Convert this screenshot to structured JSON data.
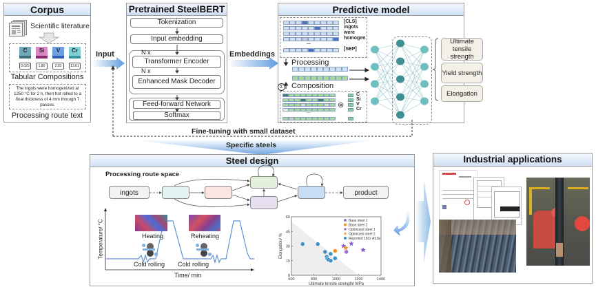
{
  "corpus": {
    "title": "Corpus",
    "source_label": "Scientific literature",
    "elements": [
      {
        "symbol": "C",
        "color": "#6fa9b8",
        "bar": "#3f6f7d"
      },
      {
        "symbol": "Si",
        "color": "#d887c2",
        "bar": "#8b2a6e"
      },
      {
        "symbol": "V",
        "color": "#6e9fe0",
        "bar": "#2f5fb5"
      },
      {
        "symbol": "Cr",
        "color": "#7fd0d4",
        "bar": "#3a9aa0"
      }
    ],
    "values": [
      "0.025",
      "1.80",
      "2.03",
      "13.01"
    ],
    "tabular_label": "Tabular Compositions",
    "route_text": "The ingots were homogenized at 1250 °C for 2 h, then hot rolled to a final thickness of 4 mm through 7 passes.",
    "route_label": "Processing route text"
  },
  "arrows": {
    "input": "Input",
    "embeddings": "Embeddings",
    "finetune": "Fine-tuning  with small dataset",
    "specific": "Specific steels"
  },
  "steelbert": {
    "title": "Pretrained SteelBERT",
    "tokenization": "Tokenization",
    "input_embedding": "Input embedding",
    "nx1": "N x",
    "encoder": "Transformer Encoder",
    "nx2": "N x",
    "decoder": "Enhanced Mask Decoder",
    "ffn": "Feed-forward Network",
    "softmax": "Softmax"
  },
  "predictive": {
    "title": "Predictive model",
    "tokens": [
      "[CLS]",
      "ingots",
      "were",
      "homogen",
      "...",
      "[SEP]"
    ],
    "processing": "Processing",
    "composition": "Composition",
    "sigma": "Σ",
    "otimes": "⊗",
    "comp_elements": [
      "C",
      "Si",
      "V",
      "Cr"
    ],
    "outputs": [
      "Ultimate tensile strength",
      "Yield strength",
      "Elongation"
    ]
  },
  "steel_design": {
    "title": "Steel design",
    "route_space_label": "Processing route space",
    "start_node": "ingots",
    "end_node": "product",
    "curve": {
      "heating": "Heating",
      "reheating": "Reheating",
      "cold1": "Cold rolling",
      "cold2": "Cold rolling",
      "ylabel": "Temperature/ °C",
      "xlabel": "Time/ min"
    }
  },
  "chart_data": {
    "type": "scatter",
    "title": "",
    "xlabel": "Ultimate tensile strength/ MPa",
    "ylabel": "Elongation/ %",
    "xlim": [
      600,
      1400
    ],
    "ylim": [
      0,
      60
    ],
    "xticks": [
      "600",
      "800",
      "1000",
      "1200",
      "1400"
    ],
    "yticks": [
      "0",
      "15",
      "30",
      "45",
      "60"
    ],
    "legend_position": "top-right",
    "series": [
      {
        "name": "Base steel 1",
        "marker": "circle",
        "color": "#9b6fd0",
        "points": [
          [
            1090,
            24
          ]
        ]
      },
      {
        "name": "Base steel 2",
        "marker": "circle",
        "color": "#f0932b",
        "points": [
          [
            990,
            25
          ]
        ]
      },
      {
        "name": "Optimized steel 1",
        "marker": "star",
        "color": "#8a5cc8",
        "points": [
          [
            1065,
            30
          ],
          [
            1135,
            32.5
          ],
          [
            1240,
            26
          ]
        ]
      },
      {
        "name": "Optimized steel 2",
        "marker": "star",
        "color": "#f0932b",
        "points": [
          [
            1085,
            28
          ]
        ]
      },
      {
        "name": "Reported 15Cr ASSs",
        "marker": "circle",
        "color": "#3f8fc8",
        "points": [
          [
            700,
            32
          ],
          [
            835,
            32
          ],
          [
            900,
            24
          ],
          [
            950,
            22
          ],
          [
            915,
            19
          ],
          [
            920,
            17
          ],
          [
            930,
            16
          ],
          [
            950,
            15
          ],
          [
            990,
            17.5
          ]
        ]
      }
    ]
  },
  "industrial": {
    "title": "Industrial applications"
  }
}
